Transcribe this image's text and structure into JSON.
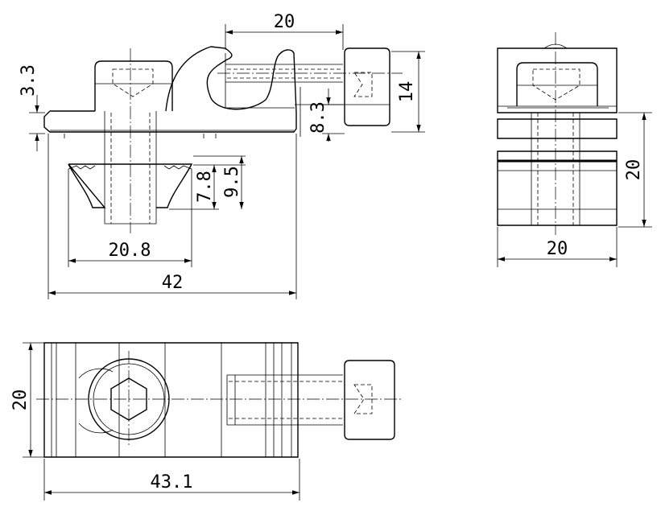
{
  "dimensions": {
    "front_hook_width": "20",
    "front_bolt_height": "14",
    "front_plate_thickness": "3.3",
    "front_hook_depth": "8.3",
    "front_nut_inner_depth": "7.8",
    "front_nut_height": "9.5",
    "front_nut_width": "20.8",
    "front_overall_length": "42",
    "side_height": "20",
    "side_width": "20",
    "top_width": "20",
    "top_overall_length": "43.1"
  }
}
